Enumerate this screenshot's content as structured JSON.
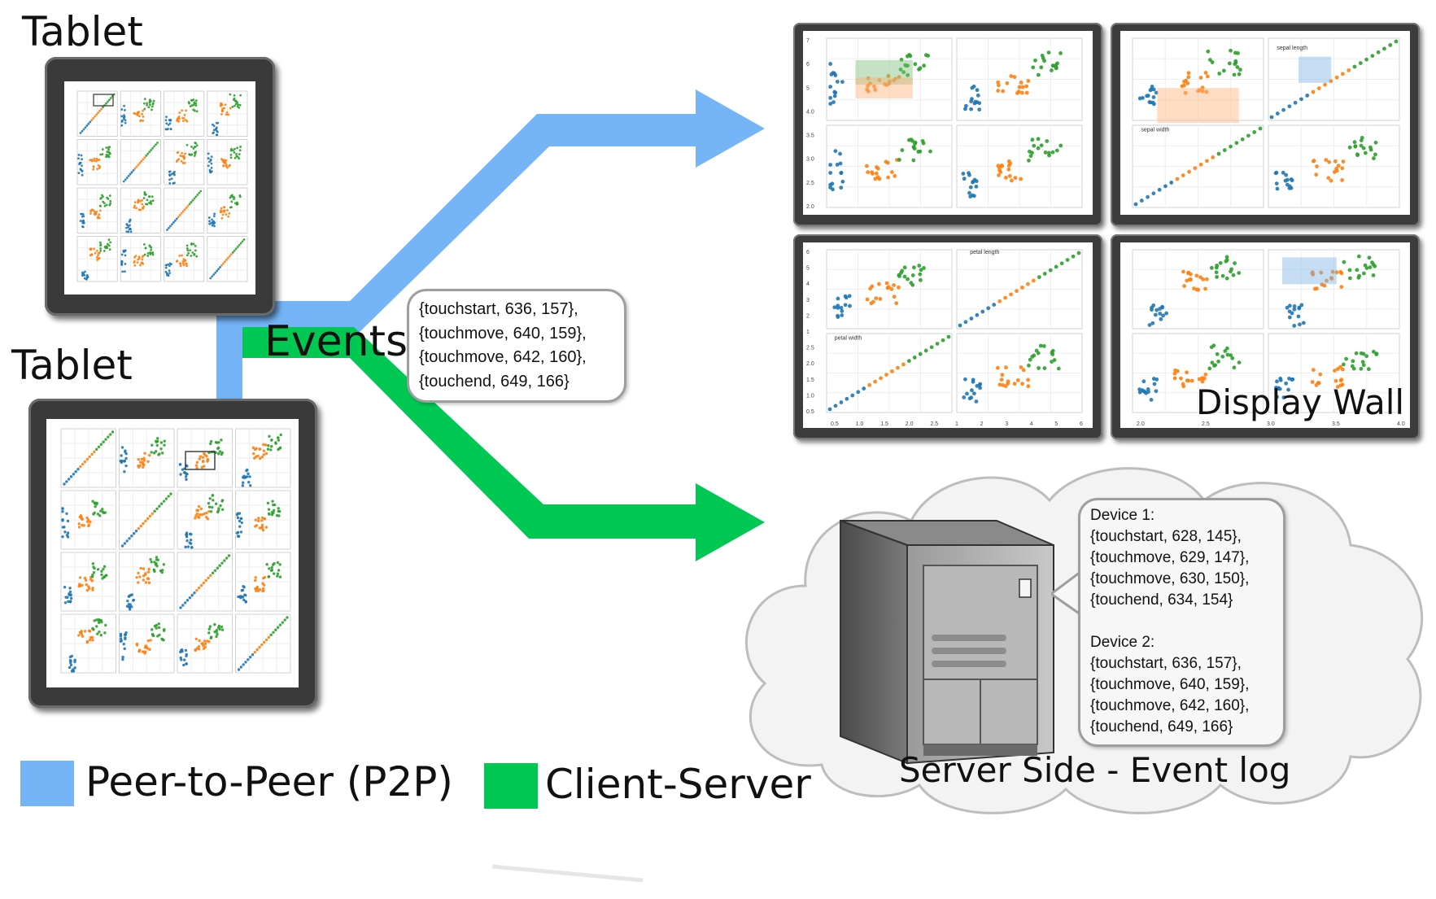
{
  "labels": {
    "tablet_top": "Tablet",
    "tablet_bottom": "Tablet",
    "events": "Events",
    "display_wall": "Display Wall",
    "server": "Server Side - Event log"
  },
  "events_bubble": [
    "{touchstart, 636, 157},",
    "{touchmove, 640, 159},",
    "{touchmove, 642, 160},",
    "{touchend, 649, 166}"
  ],
  "server_log": {
    "device1_title": "Device 1:",
    "device1": [
      "{touchstart, 628, 145},",
      "{touchmove, 629, 147},",
      "{touchmove, 630, 150},",
      "{touchend, 634, 154}"
    ],
    "device2_title": "Device 2:",
    "device2": [
      "{touchstart, 636, 157},",
      "{touchmove, 640, 159},",
      "{touchmove, 642, 160},",
      "{touchend, 649, 166}"
    ]
  },
  "legend": [
    {
      "label": "Peer-to-Peer (P2P)",
      "color": "#74b4f7"
    },
    {
      "label": "Client-Server",
      "color": "#00c853"
    }
  ],
  "colors": {
    "p2p": "#74b4f7",
    "client_server": "#00c853",
    "setosa": "#1f77b4",
    "versicolor": "#ff7f0e",
    "virginica": "#2ca02c",
    "faded": "#c8c8c8"
  },
  "plot_labels": {
    "sepal_length": "sepal length",
    "sepal_width": "sepal width",
    "petal_length": "petal length",
    "petal_width": "petal width"
  },
  "wall_ticks": {
    "y_tl": [
      "7",
      "6",
      "5",
      "4.0",
      "3.5",
      "3.0",
      "2.5",
      "2.0"
    ],
    "y_bl": [
      "6",
      "5",
      "4",
      "3",
      "2",
      "1",
      "2.5",
      "2.0",
      "1.5",
      "1.0",
      "0.5"
    ],
    "x_bl": [
      "0.5",
      "1.0",
      "1.5",
      "2.0",
      "2.5",
      "1",
      "2",
      "3",
      "4",
      "5",
      "6"
    ],
    "x_br": [
      "2.0",
      "2.5",
      "3.0",
      "3.5",
      "4.0"
    ]
  }
}
